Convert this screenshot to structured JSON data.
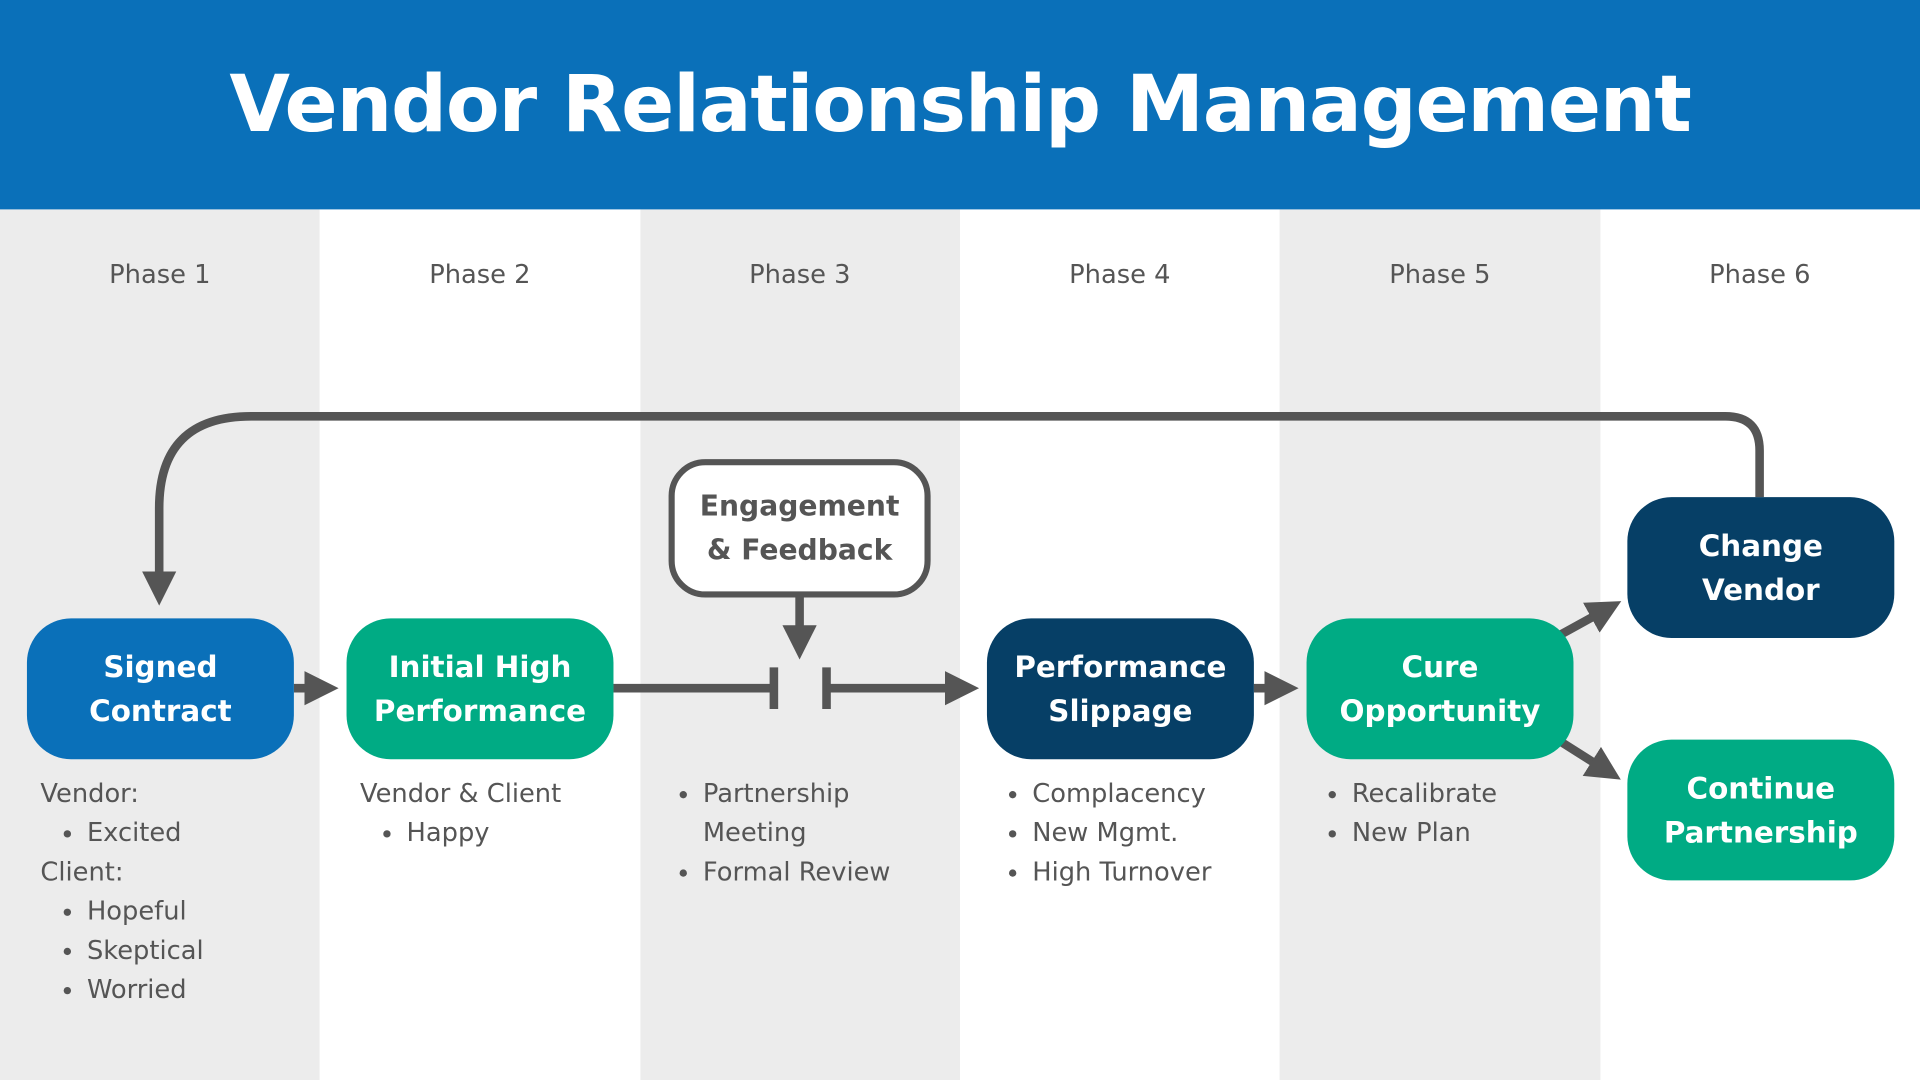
{
  "title": "Vendor Relationship Management",
  "phases": [
    "Phase 1",
    "Phase 2",
    "Phase 3",
    "Phase 4",
    "Phase 5",
    "Phase 6"
  ],
  "nodes": {
    "signed_contract": "Signed\nContract",
    "initial_high_performance": "Initial High\nPerformance",
    "engagement_feedback": "Engagement\n& Feedback",
    "performance_slippage": "Performance\nSlippage",
    "cure_opportunity": "Cure\nOpportunity",
    "change_vendor": "Change\nVendor",
    "continue_partnership": "Continue\nPartnership"
  },
  "notes": {
    "phase1": {
      "vendor_label": "Vendor:",
      "vendor_items": [
        "Excited"
      ],
      "client_label": "Client:",
      "client_items": [
        "Hopeful",
        "Skeptical",
        "Worried"
      ]
    },
    "phase2": {
      "label": "Vendor & Client",
      "items": [
        "Happy"
      ]
    },
    "phase3": {
      "items": [
        "Partnership Meeting",
        "Formal Review"
      ]
    },
    "phase4": {
      "items": [
        "Complacency",
        "New Mgmt.",
        "High Turnover"
      ]
    },
    "phase5": {
      "items": [
        "Recalibrate",
        "New Plan"
      ]
    }
  },
  "colors": {
    "header": "#0a70b9",
    "blue": "#0a70b9",
    "green": "#00ab84",
    "navy": "#063f66",
    "arrow": "#555555",
    "band": "#ececec"
  }
}
